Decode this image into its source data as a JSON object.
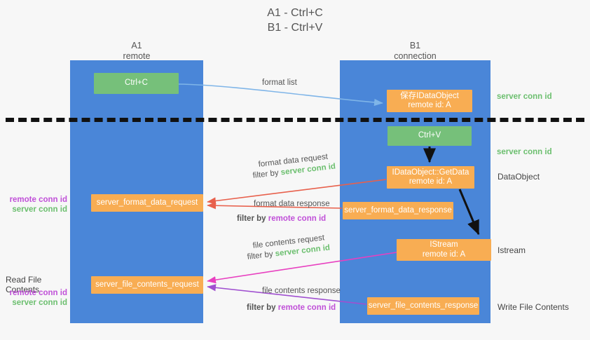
{
  "title": {
    "line1": "A1 - Ctrl+C",
    "line2": "B1 - Ctrl+V"
  },
  "lanes": [
    {
      "id": "a1",
      "name": "A1",
      "role": "remote",
      "color": "#4a86d8"
    },
    {
      "id": "b1",
      "name": "B1",
      "role": "connection",
      "color": "#4a86d8"
    }
  ],
  "colors": {
    "lane": "#4a86d8",
    "green_node": "#76c07a",
    "orange_node": "#f8ad53",
    "server_conn_id": "#6cbf6f",
    "remote_conn_id": "#c050d8",
    "arrow_blue": "#7fb5e8",
    "arrow_red": "#e8604c",
    "arrow_magenta": "#e840c0",
    "arrow_purple": "#a050d0",
    "arrow_black": "#111111",
    "background": "#f7f7f7"
  },
  "nodes": {
    "ctrl_c": {
      "label": "Ctrl+C",
      "style": "green"
    },
    "idataobject": {
      "label": "保存IDataObject",
      "sublabel": "remote id: A",
      "style": "orange"
    },
    "ctrl_v": {
      "label": "Ctrl+V",
      "style": "green"
    },
    "getdata": {
      "label": "IDataObject::GetData",
      "sublabel": "remote id: A",
      "style": "orange"
    },
    "istream": {
      "label": "IStream",
      "sublabel": "remote id: A",
      "style": "orange"
    },
    "server_format_data_request": {
      "label": "server_format_data_request",
      "style": "orange"
    },
    "server_format_data_response": {
      "label": "server_format_data_response",
      "style": "orange"
    },
    "server_file_contents_request": {
      "label": "server_file_contents_request",
      "style": "orange"
    },
    "server_file_contents_response": {
      "label": "server_file_contents_response",
      "style": "orange"
    }
  },
  "edge_labels": {
    "format_list": "format list",
    "format_data_request": "format data request",
    "format_data_request_filter_prefix": "filter by ",
    "format_data_request_filter_key": "server conn id",
    "format_data_response": "format data response",
    "format_data_response_filter_prefix": "filter by ",
    "format_data_response_filter_key": "remote conn id",
    "file_contents_request": "file contents request",
    "file_contents_request_filter_prefix": "filter by ",
    "file_contents_request_filter_key": "server conn id",
    "file_contents_response": "file contents response",
    "file_contents_response_filter_prefix": "filter by ",
    "file_contents_response_filter_key": "remote conn id"
  },
  "annotations": {
    "right": [
      {
        "id": "server-conn-1",
        "text": "server conn id",
        "kind": "server"
      },
      {
        "id": "server-conn-2",
        "text": "server conn id",
        "kind": "server"
      },
      {
        "id": "dataobject",
        "text": "DataObject",
        "kind": "plain"
      },
      {
        "id": "istream",
        "text": "Istream",
        "kind": "plain"
      },
      {
        "id": "write-file-contents",
        "text": "Write File Contents",
        "kind": "plain"
      }
    ],
    "left": [
      {
        "id": "conn-pair-1-remote",
        "text": "remote conn id",
        "kind": "remote"
      },
      {
        "id": "conn-pair-1-server",
        "text": "server conn id",
        "kind": "server"
      },
      {
        "id": "read-file-contents",
        "text": "Read File Contents",
        "kind": "plain"
      },
      {
        "id": "conn-pair-2-remote",
        "text": "remote conn id",
        "kind": "remote"
      },
      {
        "id": "conn-pair-2-server",
        "text": "server conn id",
        "kind": "server"
      }
    ]
  }
}
